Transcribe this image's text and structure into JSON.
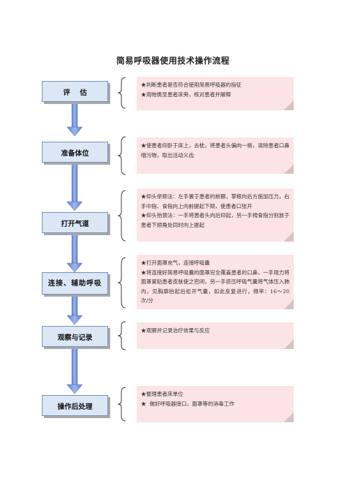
{
  "title": "简易呼吸器使用技术操作流程",
  "steps": [
    {
      "label": "评    估"
    },
    {
      "label": "准备体位"
    },
    {
      "label": "打开气道"
    },
    {
      "label": "连接、辅助呼吸"
    },
    {
      "label": "观察与记录"
    },
    {
      "label": "操作后处理"
    }
  ],
  "notes": [
    {
      "lines": [
        "★判断患者是否符合使用简易呼吸器的指征",
        "★用物携至患者床旁，核对患者并解释"
      ]
    },
    {
      "lines": [
        "★使患者仰卧于床上，去枕，将患者头偏向一侧，清除患者口鼻咽污物，取出活动义齿"
      ]
    },
    {
      "lines": [
        "★仰头举颏法：左手置于患者的前额，掌根向后方施加压力，右手中指、食指向上向前提起下颏，使患者口张开",
        "★仰头抬颈法：一手将患者头向后仰起，另一手拇食指分别放于患者下颌角处同时向上提起"
      ]
    },
    {
      "lines": [
        "★打开面罩充气，连接呼吸囊",
        "★将连接好简易呼吸囊的面罩完全覆盖患者的口鼻，一手用力将面罩紧贴患者皮肤使之密闭，另一手挤压呼吸气囊将气体压入肺内，见胸廓抬起后松开气囊，如此反复进行，频率：16～20 次/分"
      ]
    },
    {
      "lines": [
        "★观察并记录治疗效果与反应"
      ]
    },
    {
      "lines": [
        "★整理患者床单位",
        "★  做好呼吸器接口、面罩等的消毒工作"
      ]
    }
  ],
  "colors": {
    "box_fill": "#dce7f6",
    "box_border": "#6f8cb5",
    "arrow_fill": "#7f9fe0",
    "note_fill": "#fbe3e6"
  }
}
